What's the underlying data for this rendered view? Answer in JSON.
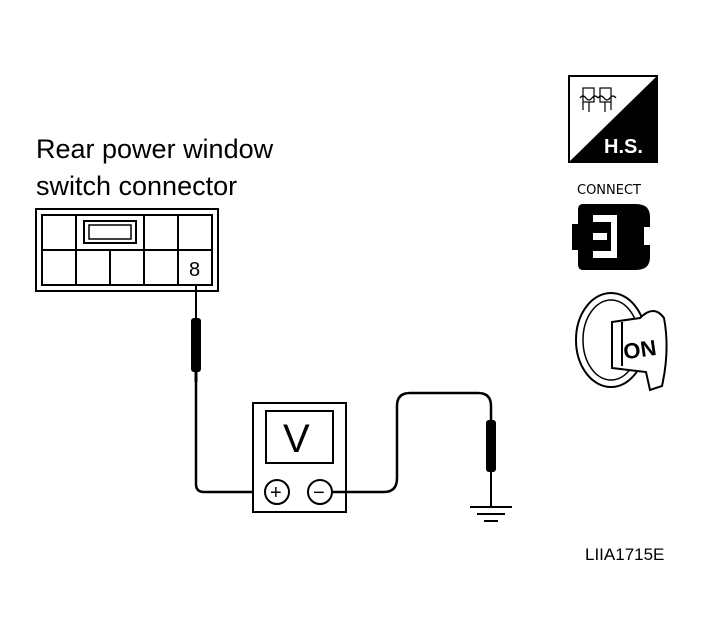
{
  "connector": {
    "title_line1": "Rear power window",
    "title_line2": "switch connector",
    "pin": "8"
  },
  "voltmeter": {
    "display": "V",
    "plus_symbol": "+",
    "minus_symbol": "−"
  },
  "icons": {
    "hs_label": "H.S.",
    "connect_label": "CONNECT",
    "ignition_label": "ON"
  },
  "figure_code": "LIIA1715E"
}
